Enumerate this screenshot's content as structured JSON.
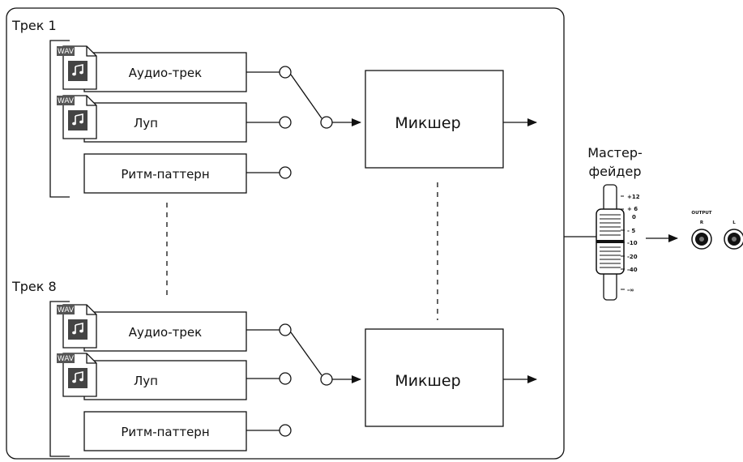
{
  "track_groups": [
    {
      "title": "Трек 1",
      "mixer_label": "Микшер",
      "items": [
        {
          "label": "Аудио-трек",
          "wav": "WAV"
        },
        {
          "label": "Луп",
          "wav": "WAV"
        },
        {
          "label": "Ритм-паттерн"
        }
      ]
    },
    {
      "title": "Трек 8",
      "mixer_label": "Микшер",
      "items": [
        {
          "label": "Аудио-трек",
          "wav": "WAV"
        },
        {
          "label": "Луп",
          "wav": "WAV"
        },
        {
          "label": "Ритм-паттерн"
        }
      ]
    }
  ],
  "master_fader": {
    "label_line1": "Мастер-",
    "label_line2": "фейдер",
    "scale": [
      "+12",
      "+ 6",
      "0",
      "- 5",
      "-10",
      "-20",
      "-40",
      "-∞"
    ]
  },
  "output": {
    "title": "OUTPUT",
    "jacks": [
      "R",
      "L"
    ]
  }
}
